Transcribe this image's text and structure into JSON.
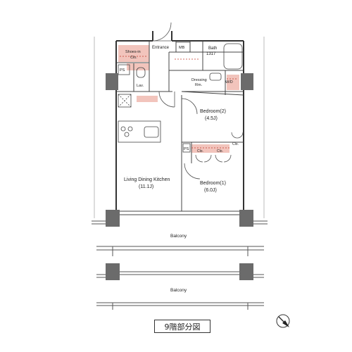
{
  "rooms": {
    "entrance": "Entrance",
    "mb": "MB",
    "bath": "Bath",
    "bath_size": "1317",
    "shoes_in": "Shoes-in",
    "shoes_clo": "Clo.",
    "ps_top": "PS",
    "lav": "Lav.",
    "dressing": "Dressing",
    "dressing2": "Rm.",
    "wd": "W/D",
    "ldk": "Living Dining Kitchen",
    "ldk_size": "(11.1J)",
    "bed2": "Bedroom(2)",
    "bed2_size": "(4.5J)",
    "bed1": "Bedroom(1)",
    "bed1_size": "(6.0J)",
    "ps_mid": "PS",
    "clo_a": "Clo.",
    "clo_b": "Clo.",
    "clo_c": "Clo.",
    "balcony_1": "Balcony",
    "balcony_2": "Balcony"
  },
  "caption": "9階部分図",
  "colors": {
    "accent": "#f2c4bc",
    "wall": "#333333",
    "column": "#6b6b6b"
  },
  "icons": {
    "compass": "north-arrow-icon"
  }
}
